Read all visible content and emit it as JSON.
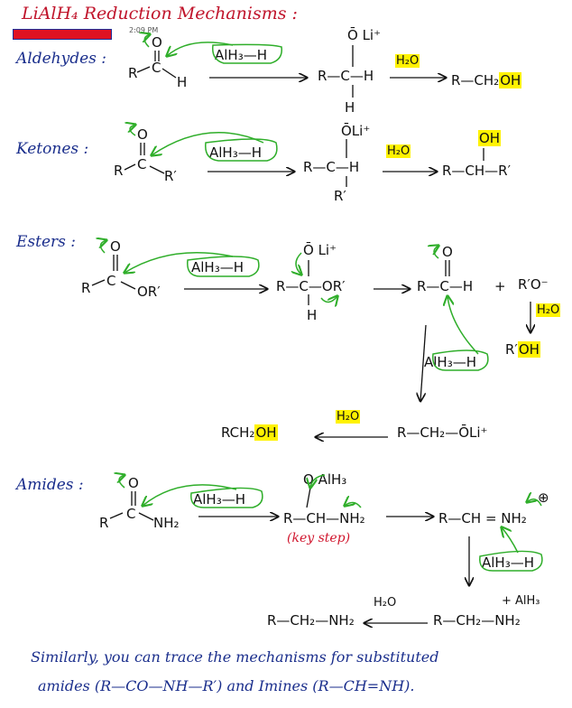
{
  "header": {
    "title": "LiAlH₄ Reduction Mechanisms :",
    "timestamp": "2:09 PM"
  },
  "aldehydes": {
    "label": "Aldehydes :",
    "O": "O",
    "R": "R",
    "C": "C",
    "H": "H",
    "reagent": "AlH₃—H",
    "intermediate_top": "Ō Li⁺",
    "intermediate_mid": "R—C—H",
    "intermediate_bot": "H",
    "water": "H₂O",
    "product_prefix": "R—CH₂",
    "product_hl": "OH"
  },
  "ketones": {
    "label": "Ketones :",
    "O": "O",
    "R": "R",
    "C": "C",
    "Rp": "R′",
    "reagent": "AlH₃—H",
    "intermediate_top": "ŌLi⁺",
    "intermediate_mid": "R—C—H",
    "intermediate_bot": "R′",
    "water": "H₂O",
    "product_top": "OH",
    "product_mid": "R—CH—R′"
  },
  "esters": {
    "label": "Esters :",
    "O": "O",
    "R": "R",
    "C": "C",
    "ORp": "OR′",
    "reagent": "AlH₃—H",
    "intermediate_top": "Ō Li⁺",
    "intermediate_mid": "R—C—OR′",
    "intermediate_bot": "H",
    "aldehyde_top": "O",
    "aldehyde_mid": "R—C—H",
    "plus": "+",
    "alkoxide": "R′O⁻",
    "water2": "H₂O",
    "alcohol_prefix": "R′",
    "alcohol_hl": "OH",
    "reagent2": "AlH₃—H",
    "alkoxide_product": "R—CH₂—ŌLi⁺",
    "water": "H₂O",
    "final_prefix": "RCH₂",
    "final_hl": "OH"
  },
  "amides": {
    "label": "Amides :",
    "O": "O",
    "R": "R",
    "C": "C",
    "NH2": "NH₂",
    "reagent": "AlH₃—H",
    "int_top": "O AlH₃",
    "int_mid": "R—CH—NH₂",
    "key_step": "(key step)",
    "iminium": "R—CH = NH₂",
    "plus_circle": "⊕",
    "reagent2": "AlH₃—H",
    "amine_top": "+ AlH₃",
    "amine_mid": "R—CH₂—NH₂",
    "water": "H₂O",
    "product": "R—CH₂—NH₂"
  },
  "footer": {
    "line1": "Similarly, you can trace the mechanisms for substituted",
    "line2": "amides (R—CO—NH—R′) and Imines (R—CH=NH)."
  },
  "colors": {
    "title_red": "#c0142b",
    "label_blue": "#1a2e8c",
    "arrow_green": "#2fae2a",
    "highlight_yellow": "#fff200"
  }
}
